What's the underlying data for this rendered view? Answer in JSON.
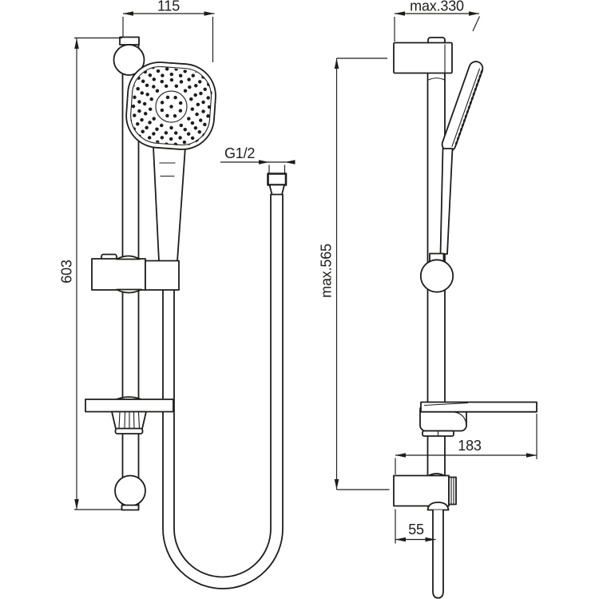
{
  "drawing": {
    "kind": "technical dimension drawing, shower rail set, front and side view",
    "background_color": "#ffffff",
    "line_color": "#1d1d1b"
  },
  "dimensions": {
    "front_width": "115",
    "front_height": "603",
    "hose_thread": "G1/2",
    "side_depth_max": "max.330",
    "side_height_max": "max.565",
    "shelf_depth": "183",
    "hose_wall_offset": "55"
  }
}
